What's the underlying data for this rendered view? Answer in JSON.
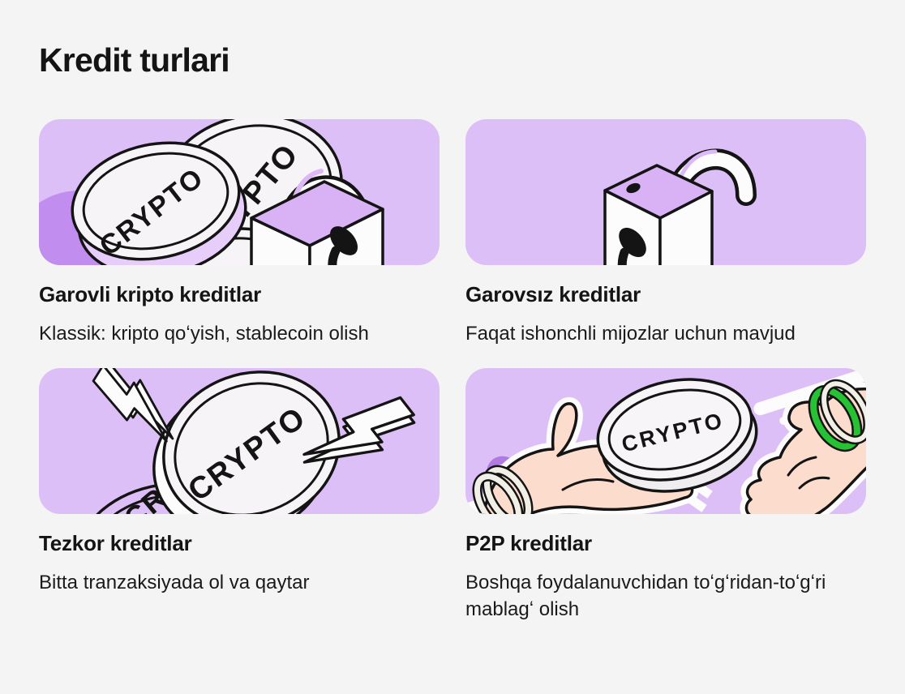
{
  "page": {
    "title": "Kredit turlari",
    "background_color": "#f5f4f5",
    "text_color": "#141415"
  },
  "illustrations": {
    "coin_label": "CRYPTO",
    "card_background": "#ddbff7",
    "blob_color": "#c18ef0",
    "outline_color": "#141414",
    "coin_face_color": "#f6f4f6",
    "lock_top_color": "#d8b2f4",
    "skin_color": "#fcdccd",
    "bracelet_green": "#27c234"
  },
  "cards": [
    {
      "title": "Garovli kripto kreditlar",
      "description": "Klassik: kripto qoʻyish, stablecoin olish",
      "illustration": "crypto-coins-with-locked-padlock"
    },
    {
      "title": "Garovsız kreditlar",
      "description": "Faqat ishonchli mijozlar uchun mavjud",
      "illustration": "open-padlock"
    },
    {
      "title": "Tezkor kreditlar",
      "description": "Bitta tranzaksiyada ol va qaytar",
      "illustration": "crypto-coin-with-lightning-bolts"
    },
    {
      "title": "P2P kreditlar",
      "description": "Boshqa foydalanuvchidan toʻgʻridan-toʻgʻri mablagʻ olish",
      "illustration": "hands-passing-crypto-coin"
    }
  ]
}
